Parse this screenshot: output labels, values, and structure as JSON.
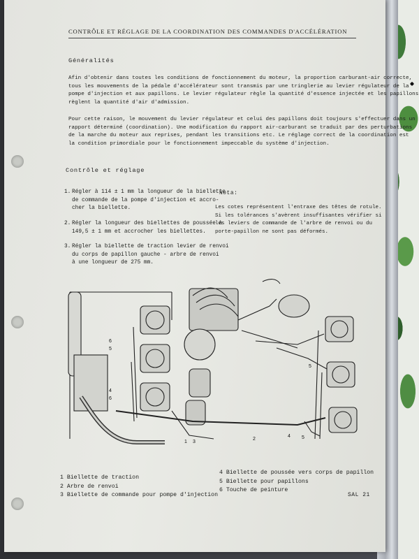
{
  "header": {
    "title": "CONTRÔLE ET RÉGLAGE DE LA COORDINATION DES COMMANDES D'ACCÉLÉRATION"
  },
  "sections": {
    "generalites": {
      "heading": "Généralités",
      "paragraph1": [
        "Afin d'obtenir dans toutes les conditions de fonctionnement du moteur, la proportion carburant-air correcte,",
        "tous les mouvements de la pédale d'accélérateur sont transmis par une tringlerie au levier régulateur de la",
        "pompe d'injection et aux papillons. Le levier régulateur règle la quantité d'essence injectée et les papillons",
        "règlent la quantité d'air d'admission."
      ],
      "paragraph2": [
        "Pour cette raison, le mouvement du levier régulateur et celui des papillons doit toujours s'effectuer dans un",
        "rapport déterminé (coordination). Une modification du rapport air-carburant se traduit par des perturbations",
        "de la marche du moteur aux reprises, pendant les transitions etc. Le réglage correct de la coordination est",
        "la condition primordiale pour le fonctionnement impeccable du système d'injection."
      ]
    },
    "controle": {
      "heading": "Contrôle et réglage",
      "steps": [
        {
          "num": "1.",
          "lines": [
            "Régler à 114 ± 1 mm la longueur de la biellette",
            "de commande de la pompe d'injection et accro-",
            "cher la biellette."
          ]
        },
        {
          "num": "2.",
          "lines": [
            "Régler la longueur des biellettes de poussée à",
            "149,5 ± 1 mm et accrocher les biellettes."
          ]
        },
        {
          "num": "3.",
          "lines": [
            "Régler la biellette de traction levier de renvoi",
            "du corps de papillon gauche - arbre de renvoi",
            "à une longueur de 275 mm."
          ]
        }
      ],
      "note": {
        "label": "Nota:",
        "lines": [
          "Les cotes représentent l'entraxe des têtes de rotule.",
          "Si les tolérances s'avèrent insuffisantes vérifier si",
          "les leviers de commande de l'arbre de renvoi ou du",
          "porte-papillon ne sont pas déformés."
        ]
      }
    }
  },
  "diagram": {
    "callouts": [
      "6",
      "5",
      "4",
      "6",
      "1",
      "3",
      "2",
      "4",
      "5",
      "5"
    ]
  },
  "legend": {
    "left": [
      "1  Biellette de traction",
      "2  Arbre de renvoi",
      "3  Biellette de commande pour pompe d'injection"
    ],
    "right": [
      "4  Biellette de poussée vers corps de papillon",
      "5  Biellette pour papillons",
      "6  Touche de peinture"
    ]
  },
  "footer": {
    "page_code": "SAL 21"
  },
  "colors": {
    "paper": "#e6e7e2",
    "ink": "#1e1f1d"
  }
}
